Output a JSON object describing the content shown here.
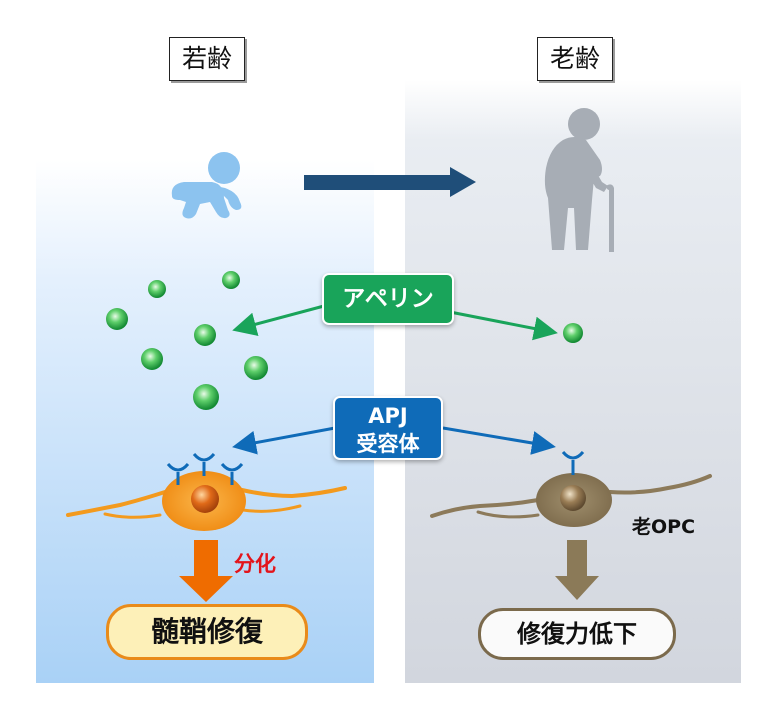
{
  "labels": {
    "young": "若齢",
    "old": "老齢",
    "apelin": "アペリン",
    "apj_line1": "APJ",
    "apj_line2": "受容体",
    "differentiation": "分化",
    "old_opc": "老OPC",
    "outcome_young": "髄鞘修復",
    "outcome_old": "修復力低下"
  },
  "icons": {
    "young": "baby-crawling-icon",
    "old": "elderly-person-with-cane-icon"
  },
  "colors": {
    "young_panel": "#a9d1f6",
    "old_panel": "#d2d6de",
    "apelin_green": "#19a45a",
    "apj_blue": "#0f6bb8",
    "time_arrow": "#1f4e79",
    "young_cell": "#f39a1e",
    "old_cell": "#8c7a5a",
    "differentiation_red": "#e3141b",
    "outcome_young_border": "#e98b1a",
    "outcome_old_border": "#7b6a4c"
  }
}
